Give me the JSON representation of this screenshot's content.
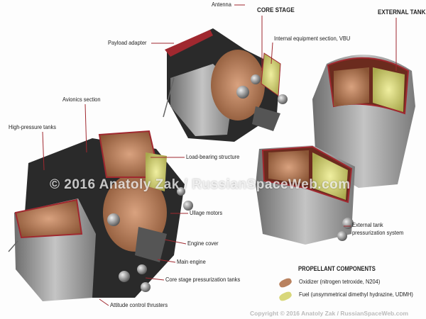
{
  "headers": {
    "core_stage": "CORE STAGE",
    "external_tank": "EXTERNAL TANK"
  },
  "labels": {
    "antenna": "Antenna",
    "payload_adapter": "Payload adapter",
    "internal_equipment": "Internal equipment section, VBU",
    "avionics": "Avionics section",
    "high_pressure_tanks": "High-pressure tanks",
    "load_bearing": "Load-bearing structure",
    "ullage_motors": "Ullage motors",
    "engine_cover": "Engine cover",
    "main_engine": "Main engine",
    "core_pressurization": "Core stage pressurization tanks",
    "attitude_thrusters": "Attitude control thrusters",
    "ext_pressurization_1": "External tank",
    "ext_pressurization_2": "pressurization system"
  },
  "legend": {
    "title": "PROPELLANT COMPONENTS",
    "items": [
      {
        "label": "Oxidizer (nitrogen tetroxide, N204)",
        "color": "#b9825f"
      },
      {
        "label": "Fuel (unsymmetrical dimethyl hydrazine, UDMH)",
        "color": "#d8d77a"
      }
    ]
  },
  "watermark": "© 2016 Anatoly Zak / RussianSpaceWeb.com",
  "copyright": "Copyright © 2016 Anatoly Zak / RussianSpaceWeb.com",
  "colors": {
    "leader": "#a0282f",
    "hull": "#9a9a9a",
    "dark": "#2a2a2a"
  }
}
